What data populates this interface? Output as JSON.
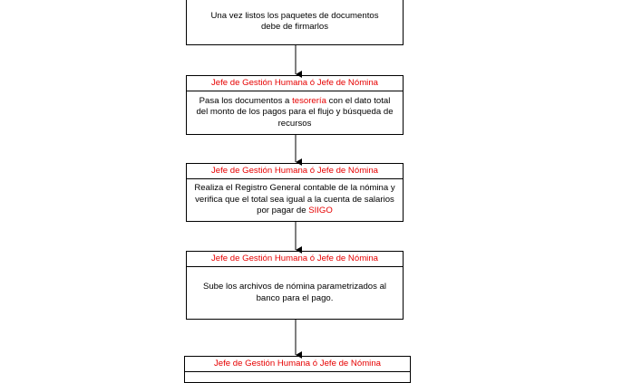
{
  "flow": {
    "step1": {
      "line1": "Una vez listos los paquetes de documentos",
      "line2": "debe de firmarlos"
    },
    "step2": {
      "role": "Jefe de Gestión Humana ó Jefe de Nómina",
      "pre": "Pasa los documentos a ",
      "link": "tesorería",
      "post": " con el dato total del monto de los pagos para el flujo y búsqueda de recursos"
    },
    "step3": {
      "role": "Jefe de Gestión Humana ó Jefe de Nómina",
      "pre": "Realiza el Registro General contable de la nómina y verifica que el total sea igual a la cuenta de salarios por pagar de ",
      "link": "SIIGO"
    },
    "step4": {
      "role": "Jefe de Gestión Humana ó Jefe de Nómina",
      "text": "Sube los archivos de nómina parametrizados al banco para el pago."
    },
    "step5": {
      "role": "Jefe de Gestión Humana ó Jefe de Nómina"
    }
  },
  "colors": {
    "role_text": "#e60000",
    "border": "#000000"
  }
}
